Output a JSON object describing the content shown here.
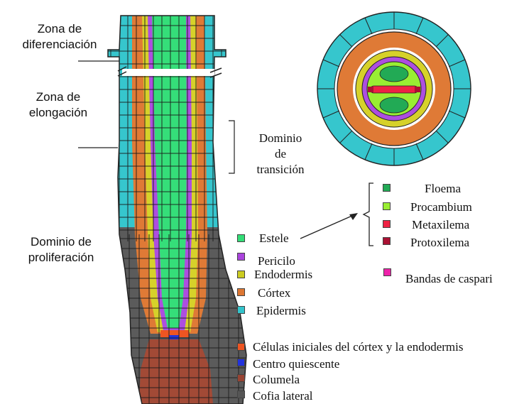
{
  "zones": {
    "diferenciacion": [
      "Zona de",
      "diferenciación"
    ],
    "elongacion": [
      "Zona de",
      "elongación"
    ],
    "proliferacion": [
      "Dominio de",
      "proliferación"
    ],
    "transicion": [
      "Dominio",
      "de",
      "transición"
    ]
  },
  "tissue_legend": [
    {
      "label": "Estele",
      "color": "#33dd77"
    },
    {
      "label": "Pericilo",
      "color": "#aa44dd"
    },
    {
      "label": "Endodermis",
      "color": "#cccc22"
    },
    {
      "label": "Córtex",
      "color": "#dd7733"
    },
    {
      "label": "Epidermis",
      "color": "#33c4cc"
    }
  ],
  "stele_legend": [
    {
      "label": "Floema",
      "color": "#22aa55"
    },
    {
      "label": "Procambium",
      "color": "#99ee33"
    },
    {
      "label": "Metaxilema",
      "color": "#ee2244"
    },
    {
      "label": "Protoxilema",
      "color": "#aa1133"
    }
  ],
  "caspari": {
    "label": "Bandas de caspari",
    "color": "#ee22aa"
  },
  "tip_legend": [
    {
      "label": "Células iniciales del córtex y la endodermis",
      "color": "#ee5522"
    },
    {
      "label": "Centro quiescente",
      "color": "#2233dd"
    },
    {
      "label": "Columela",
      "color": "#994433"
    },
    {
      "label": "Cofia lateral",
      "color": "#555555"
    }
  ]
}
